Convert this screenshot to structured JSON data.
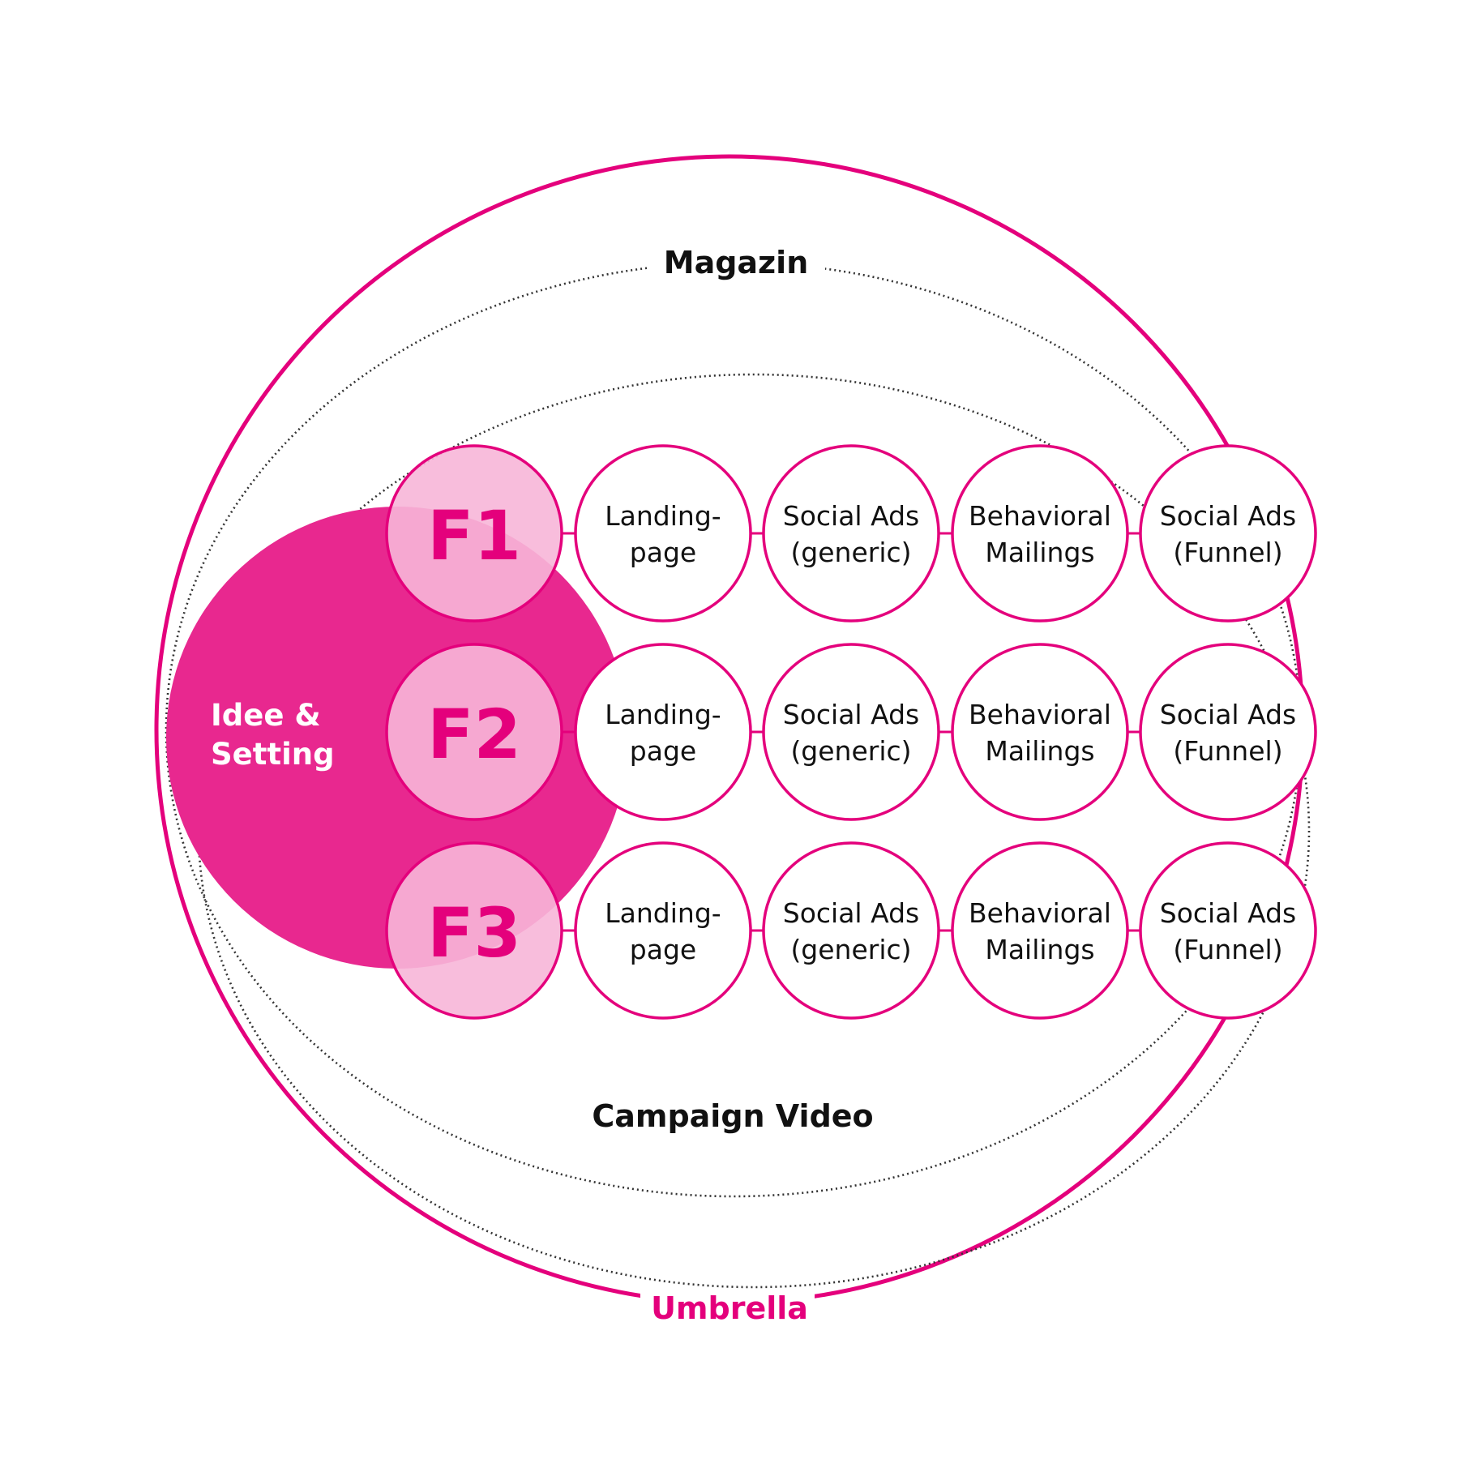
{
  "colors": {
    "accent": "#e4007c",
    "idea_fill": "#e8288f",
    "f_fill": "#f7b6d8",
    "text": "#111111",
    "white": "#ffffff"
  },
  "labels": {
    "umbrella": "Umbrella",
    "magazin": "Magazin",
    "campaign_video": "Campaign Video",
    "idea_line1": "Idee &",
    "idea_line2": "Setting"
  },
  "rows": [
    {
      "id": "F1",
      "items": [
        [
          "Landing-",
          "page"
        ],
        [
          "Social Ads",
          "(generic)"
        ],
        [
          "Behavioral",
          "Mailings"
        ],
        [
          "Social Ads",
          "(Funnel)"
        ]
      ]
    },
    {
      "id": "F2",
      "items": [
        [
          "Landing-",
          "page"
        ],
        [
          "Social Ads",
          "(generic)"
        ],
        [
          "Behavioral",
          "Mailings"
        ],
        [
          "Social Ads",
          "(Funnel)"
        ]
      ]
    },
    {
      "id": "F3",
      "items": [
        [
          "Landing-",
          "page"
        ],
        [
          "Social Ads",
          "(generic)"
        ],
        [
          "Behavioral",
          "Mailings"
        ],
        [
          "Social Ads",
          "(Funnel)"
        ]
      ]
    }
  ]
}
